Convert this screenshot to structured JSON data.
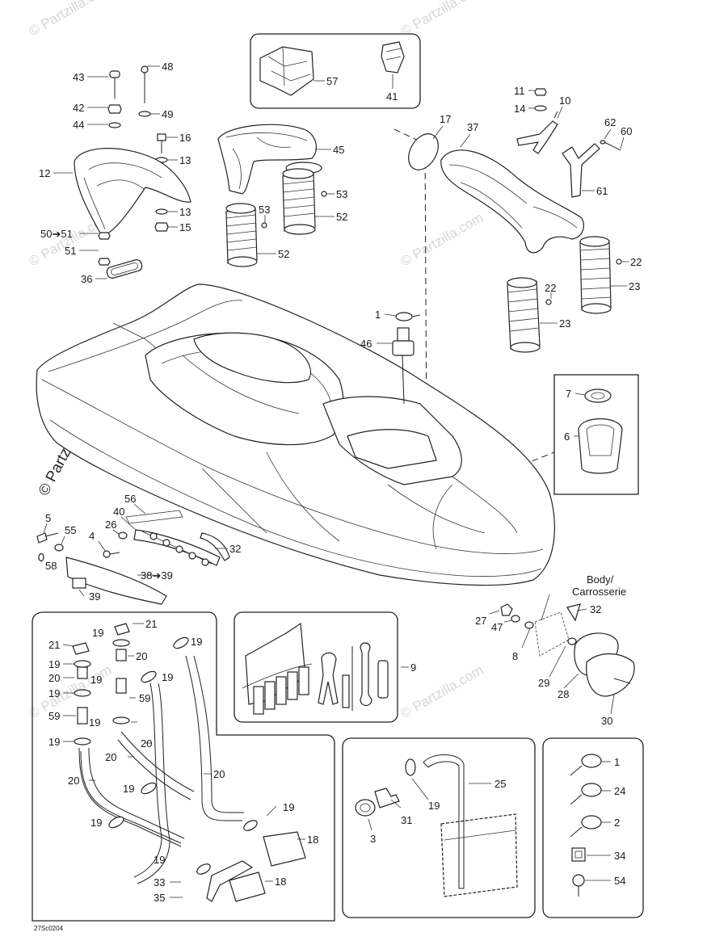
{
  "watermark": {
    "brand": "© Partzilla.com",
    "vertical": "© Partzilla.com"
  },
  "header_label": "Body/\nCarrosserie",
  "header_lines": [
    "Body/",
    "Carrosserie"
  ],
  "drawing_code": "27Sc0204",
  "callouts": [
    {
      "id": "c43",
      "text": "43"
    },
    {
      "id": "c48",
      "text": "48"
    },
    {
      "id": "c42",
      "text": "42"
    },
    {
      "id": "c49",
      "text": "49"
    },
    {
      "id": "c44",
      "text": "44"
    },
    {
      "id": "c16",
      "text": "16"
    },
    {
      "id": "c13a",
      "text": "13"
    },
    {
      "id": "c12",
      "text": "12"
    },
    {
      "id": "c13b",
      "text": "13"
    },
    {
      "id": "c15",
      "text": "15"
    },
    {
      "id": "c5051",
      "text": "50➔51"
    },
    {
      "id": "c51",
      "text": "51"
    },
    {
      "id": "c36",
      "text": "36"
    },
    {
      "id": "c57",
      "text": "57"
    },
    {
      "id": "c41",
      "text": "41"
    },
    {
      "id": "c45",
      "text": "45"
    },
    {
      "id": "c53a",
      "text": "53"
    },
    {
      "id": "c53b",
      "text": "53"
    },
    {
      "id": "c52a",
      "text": "52"
    },
    {
      "id": "c52b",
      "text": "52"
    },
    {
      "id": "c17",
      "text": "17"
    },
    {
      "id": "c37",
      "text": "37"
    },
    {
      "id": "c11",
      "text": "11"
    },
    {
      "id": "c14",
      "text": "14"
    },
    {
      "id": "c10",
      "text": "10"
    },
    {
      "id": "c62",
      "text": "62"
    },
    {
      "id": "c60",
      "text": "60"
    },
    {
      "id": "c61",
      "text": "61"
    },
    {
      "id": "c22a",
      "text": "22"
    },
    {
      "id": "c23a",
      "text": "23"
    },
    {
      "id": "c22b",
      "text": "22"
    },
    {
      "id": "c23b",
      "text": "23"
    },
    {
      "id": "c1a",
      "text": "1"
    },
    {
      "id": "c46",
      "text": "46"
    },
    {
      "id": "c7",
      "text": "7"
    },
    {
      "id": "c6",
      "text": "6"
    },
    {
      "id": "c56",
      "text": "56"
    },
    {
      "id": "c5",
      "text": "5"
    },
    {
      "id": "c40",
      "text": "40"
    },
    {
      "id": "c26",
      "text": "26"
    },
    {
      "id": "c55",
      "text": "55"
    },
    {
      "id": "c4",
      "text": "4"
    },
    {
      "id": "c32a",
      "text": "32"
    },
    {
      "id": "c58",
      "text": "58"
    },
    {
      "id": "c3839",
      "text": "38➔39"
    },
    {
      "id": "c39",
      "text": "39"
    },
    {
      "id": "c32b",
      "text": "32"
    },
    {
      "id": "c27",
      "text": "27"
    },
    {
      "id": "c47",
      "text": "47"
    },
    {
      "id": "c8",
      "text": "8"
    },
    {
      "id": "c29",
      "text": "29"
    },
    {
      "id": "c28",
      "text": "28"
    },
    {
      "id": "c30",
      "text": "30"
    },
    {
      "id": "c21a",
      "text": "21"
    },
    {
      "id": "c19a",
      "text": "19"
    },
    {
      "id": "c21b",
      "text": "21"
    },
    {
      "id": "c19b",
      "text": "19"
    },
    {
      "id": "c19c",
      "text": "19"
    },
    {
      "id": "c20a",
      "text": "20"
    },
    {
      "id": "c20b",
      "text": "20"
    },
    {
      "id": "c19d",
      "text": "19"
    },
    {
      "id": "c19e",
      "text": "19"
    },
    {
      "id": "c19f",
      "text": "19"
    },
    {
      "id": "c59a",
      "text": "59"
    },
    {
      "id": "c59b",
      "text": "59"
    },
    {
      "id": "c19g",
      "text": "19"
    },
    {
      "id": "c19h",
      "text": "19"
    },
    {
      "id": "c20c",
      "text": "20"
    },
    {
      "id": "c20d",
      "text": "20"
    },
    {
      "id": "c20e",
      "text": "20"
    },
    {
      "id": "c20f",
      "text": "20"
    },
    {
      "id": "c19i",
      "text": "19"
    },
    {
      "id": "c19j",
      "text": "19"
    },
    {
      "id": "c19k",
      "text": "19"
    },
    {
      "id": "c18a",
      "text": "18"
    },
    {
      "id": "c19l",
      "text": "19"
    },
    {
      "id": "c33",
      "text": "33"
    },
    {
      "id": "c18b",
      "text": "18"
    },
    {
      "id": "c35",
      "text": "35"
    },
    {
      "id": "c9",
      "text": "9"
    },
    {
      "id": "c25",
      "text": "25"
    },
    {
      "id": "c19m",
      "text": "19"
    },
    {
      "id": "c31",
      "text": "31"
    },
    {
      "id": "c3",
      "text": "3"
    },
    {
      "id": "c1b",
      "text": "1"
    },
    {
      "id": "c24",
      "text": "24"
    },
    {
      "id": "c2",
      "text": "2"
    },
    {
      "id": "c34",
      "text": "34"
    },
    {
      "id": "c54",
      "text": "54"
    }
  ]
}
